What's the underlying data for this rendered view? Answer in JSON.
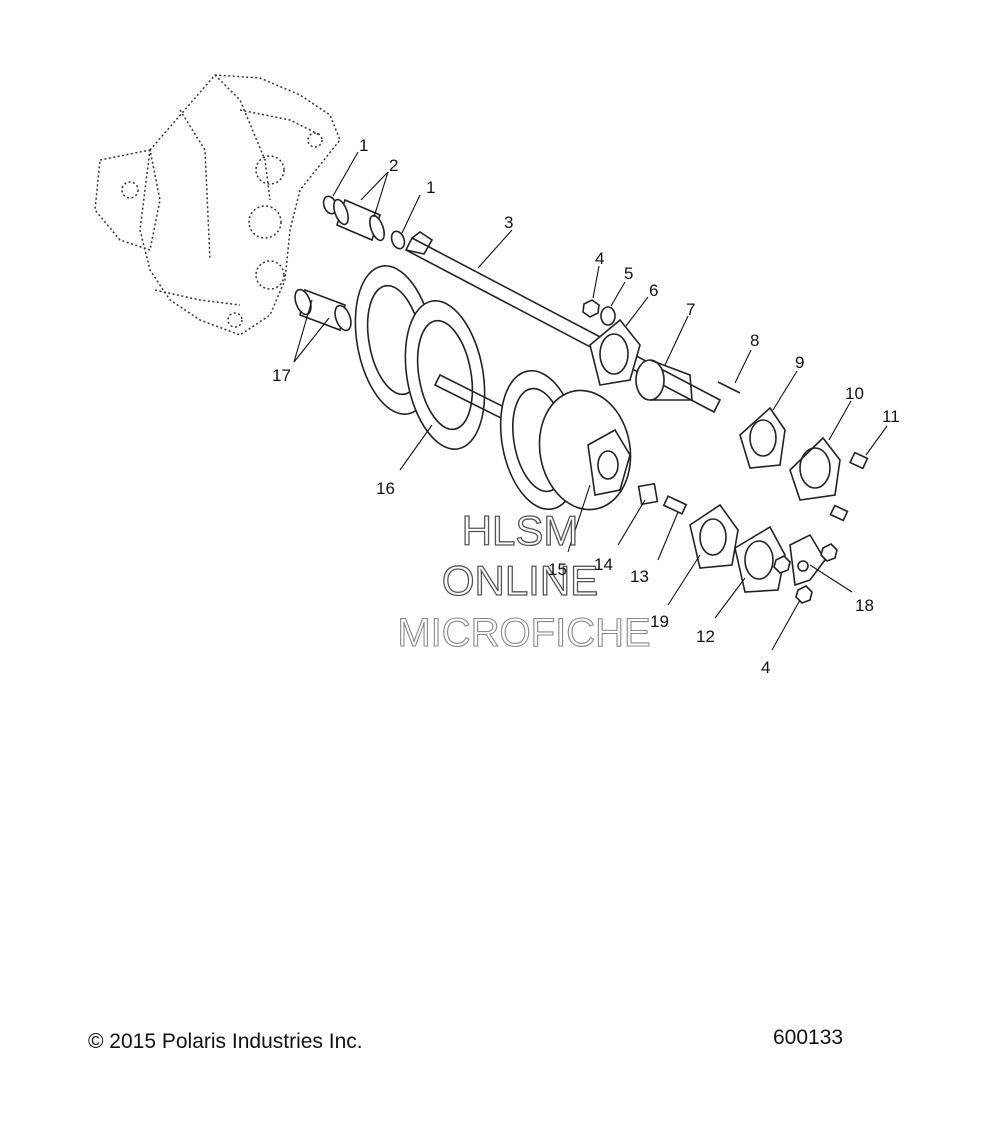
{
  "callouts": [
    {
      "id": "c1a",
      "text": "1"
    },
    {
      "id": "c2",
      "text": "2"
    },
    {
      "id": "c1b",
      "text": "1"
    },
    {
      "id": "c3",
      "text": "3"
    },
    {
      "id": "c4a",
      "text": "4"
    },
    {
      "id": "c5",
      "text": "5"
    },
    {
      "id": "c6",
      "text": "6"
    },
    {
      "id": "c7",
      "text": "7"
    },
    {
      "id": "c8",
      "text": "8"
    },
    {
      "id": "c9",
      "text": "9"
    },
    {
      "id": "c10",
      "text": "10"
    },
    {
      "id": "c11",
      "text": "11"
    },
    {
      "id": "c17",
      "text": "17"
    },
    {
      "id": "c16",
      "text": "16"
    },
    {
      "id": "c15",
      "text": "15"
    },
    {
      "id": "c14",
      "text": "14"
    },
    {
      "id": "c13",
      "text": "13"
    },
    {
      "id": "c19",
      "text": "19"
    },
    {
      "id": "c12",
      "text": "12"
    },
    {
      "id": "c18",
      "text": "18"
    },
    {
      "id": "c4b",
      "text": "4"
    }
  ],
  "watermark": {
    "line1": "HLSM",
    "line2": "ONLINE",
    "line3": "MICROFICHE"
  },
  "footer": {
    "copyright": "© 2015 Polaris Industries Inc.",
    "figure_number": "600133"
  }
}
